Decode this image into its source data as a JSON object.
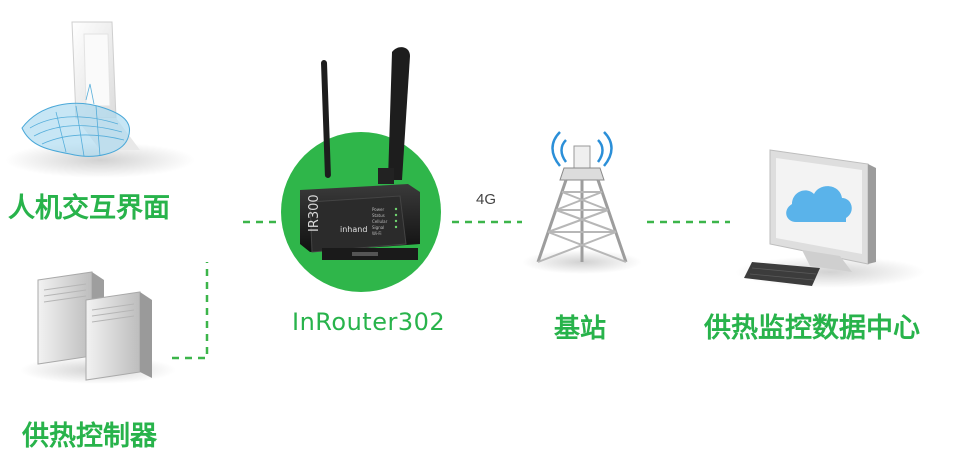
{
  "labels": {
    "hmi": "人机交互界面",
    "router": "InRouter302",
    "base_station": "基站",
    "data_center": "供热监控数据中心",
    "controller": "供热控制器",
    "link_4g": "4G"
  },
  "device_text": {
    "model": "IR300",
    "brand": "inhand",
    "leds": [
      "Power",
      "Status",
      "Cellular",
      "Signal",
      "Wi-Fi"
    ]
  },
  "colors": {
    "accent_green": "#28b34b",
    "circle_green": "#2fb64a",
    "dashed_line": "#3cb54a"
  },
  "icons": {
    "hmi": "touch-panel-hand-icon",
    "controller": "controller-cabinet-icon",
    "router": "router-with-antennas-icon",
    "tower": "cell-tower-icon",
    "monitor": "cloud-monitor-icon"
  }
}
